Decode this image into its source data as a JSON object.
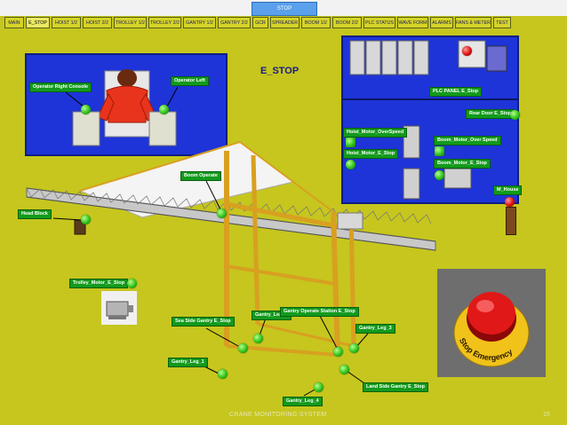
{
  "stop_button": "STOP",
  "tabs": [
    {
      "label": "MAIN",
      "active": false
    },
    {
      "label": "E_STOP",
      "active": true
    },
    {
      "label": "HOIST 1/2",
      "active": false
    },
    {
      "label": "HOIST 2/2",
      "active": false
    },
    {
      "label": "TROLLEY 1/2",
      "active": false
    },
    {
      "label": "TROLLEY 2/2",
      "active": false
    },
    {
      "label": "GANTRY 1/2",
      "active": false
    },
    {
      "label": "GANTRY 2/2",
      "active": false
    },
    {
      "label": "GCR",
      "active": false
    },
    {
      "label": "SPREADER",
      "active": false
    },
    {
      "label": "BOOM 1/2",
      "active": false
    },
    {
      "label": "BOOM 2/2",
      "active": false
    },
    {
      "label": "PLC STATUS",
      "active": false
    },
    {
      "label": "WAVE FORM",
      "active": false
    },
    {
      "label": "ALARMS",
      "active": false
    },
    {
      "label": "FANS & METER",
      "active": false
    },
    {
      "label": "TEST",
      "active": false
    }
  ],
  "page_title": "E_STOP",
  "operator_panel": {
    "right_console": "Operator Right Console",
    "left": "Operator Left"
  },
  "electrical_panel": {
    "plc_panel": "PLC PANEL E_Stop",
    "rear_door": "Rear Door E_Stop",
    "hoist_overspeed": "Hoist_Motor_OverSpeed",
    "hoist_estop": "Hoist_Motor_E_Stop",
    "boom_overspeed": "Boom_Motor_Over Speed",
    "boom_estop": "Boom_Motor_E_Stop",
    "m_house": "M_House"
  },
  "crane_labels": {
    "boom_operate": "Boom Operate",
    "head_block": "Head Block",
    "trolley_motor": "Trolley_Motor_E_Stop",
    "sea_side": "Sea Side Gantry E_Stop",
    "gantry_leg_2": "Gantry_Leg_2",
    "station": "Gantry Operate Station E_Stop",
    "gantry_leg_3": "Gantry_Leg_3",
    "gantry_leg_1": "Gantry_Leg_1",
    "gantry_leg_4": "Gantry_Leg_4",
    "land_side": "Land Side Gantry E_Stop"
  },
  "emergency_button_text": "Stop Emergency",
  "footer": "CRANE MONITORING SYSTEM",
  "page_number": "15",
  "colors": {
    "background": "#c6c61e",
    "panel_blue": "#1e34d8",
    "label_green": "#129a1c",
    "status_ok": "#2fc21c",
    "status_alarm": "#e01010",
    "crane_yellow": "#d8a020"
  }
}
